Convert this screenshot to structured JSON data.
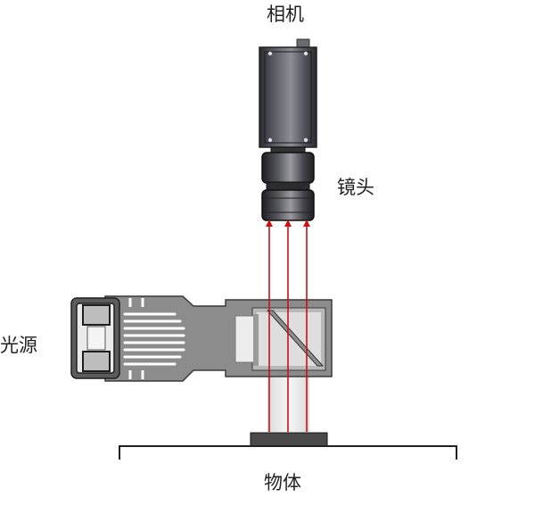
{
  "labels": {
    "camera": "相机",
    "lens": "镜头",
    "light_source": "光源",
    "object": "物体"
  },
  "colors": {
    "ray": "#cc1111",
    "housing": "#8a8a8a",
    "housing_dark": "#4a4a4a",
    "camera_body": "#3c3c42",
    "stage_line": "#222222",
    "object_block": "#4a4a4a"
  }
}
